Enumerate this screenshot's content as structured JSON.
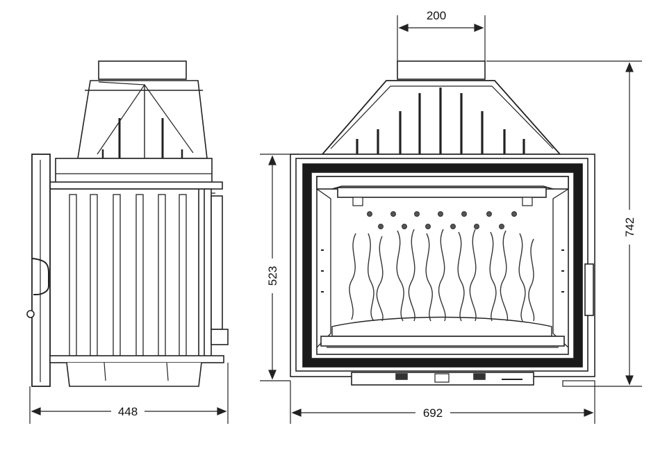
{
  "dimensions": {
    "side_width": "448",
    "front_width": "692",
    "top_flue": "200",
    "total_height": "742",
    "body_height": "523"
  },
  "colors": {
    "line": "#222222",
    "fill": "#ffffff",
    "glass_frame": "#1a1a1a",
    "shade": "#dcdcdc"
  }
}
